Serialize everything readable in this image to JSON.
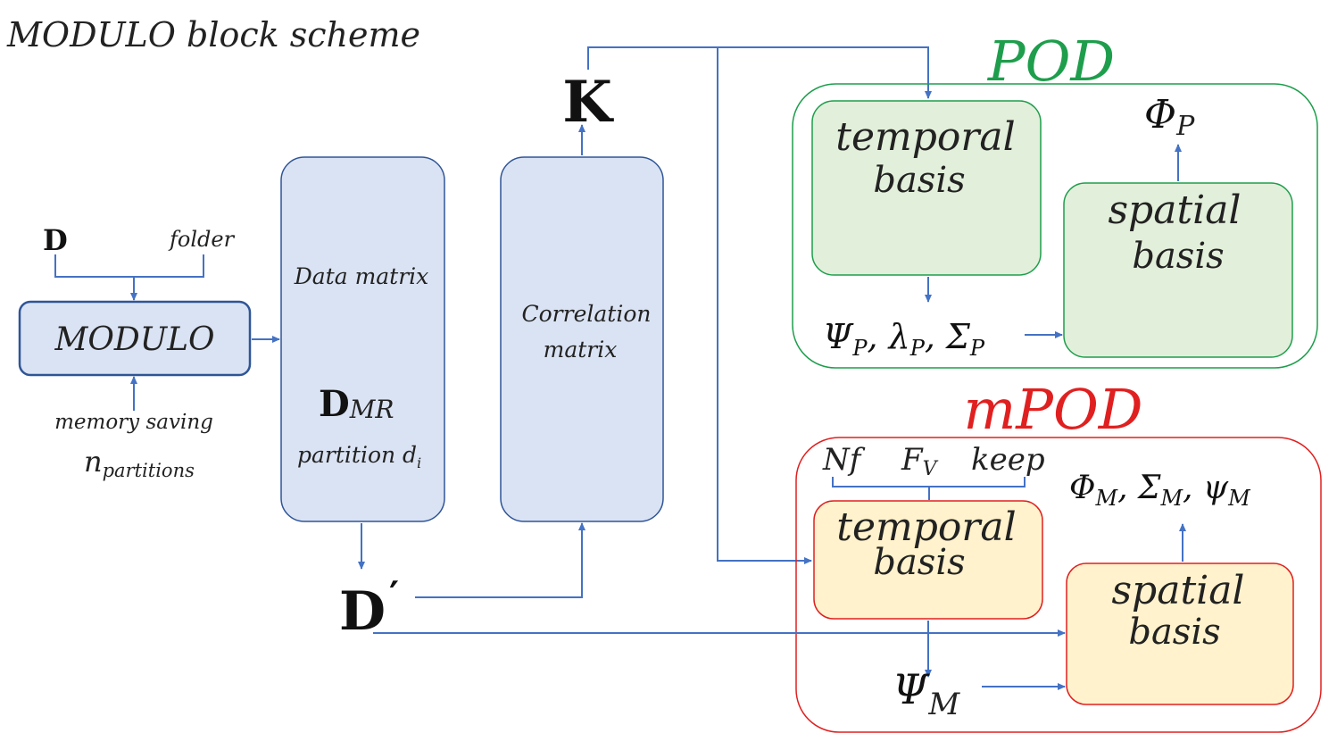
{
  "title": "MODULO block scheme",
  "colors": {
    "connector": "#4472c4",
    "block_fill": "#dae3f3",
    "block_stroke": "#2f5597",
    "pod": "#1e9e4c",
    "pod_fill": "#e2efda",
    "mpod": "#e02020",
    "mpod_fill": "#fff2cc"
  },
  "inputs": {
    "D": "D",
    "folder": "folder",
    "memory_saving": "memory saving",
    "n_base": "n",
    "n_sub": "partitions"
  },
  "modulo_block": {
    "label": "MODULO"
  },
  "data_matrix": {
    "label": "Data matrix",
    "symbol_base": "D",
    "symbol_sub": "MR",
    "partition_label": "partition d",
    "partition_sub": "i"
  },
  "correlation_matrix": {
    "line1": "Correlation",
    "line2": "matrix"
  },
  "K": "K",
  "D_prime": {
    "base": "D",
    "prime": "′"
  },
  "pod": {
    "title": "POD",
    "temporal": {
      "line1": "temporal",
      "line2": "basis"
    },
    "spatial": {
      "line1": "spatial",
      "line2": "basis"
    },
    "phi": {
      "base": "Φ",
      "sub": "P"
    },
    "outputs": "Ψ_P, λ_P, Σ_P"
  },
  "mpod": {
    "title": "mPOD",
    "params": {
      "nf": "Nf",
      "fv_base": "F",
      "fv_sub": "V",
      "keep": "keep"
    },
    "temporal": {
      "line1": "temporal",
      "line2": "basis"
    },
    "spatial": {
      "line1": "spatial",
      "line2": "basis"
    },
    "outputs": "Φ_M, Σ_M, ψ_M",
    "psi": {
      "base": "Ψ",
      "sub": "M"
    }
  }
}
